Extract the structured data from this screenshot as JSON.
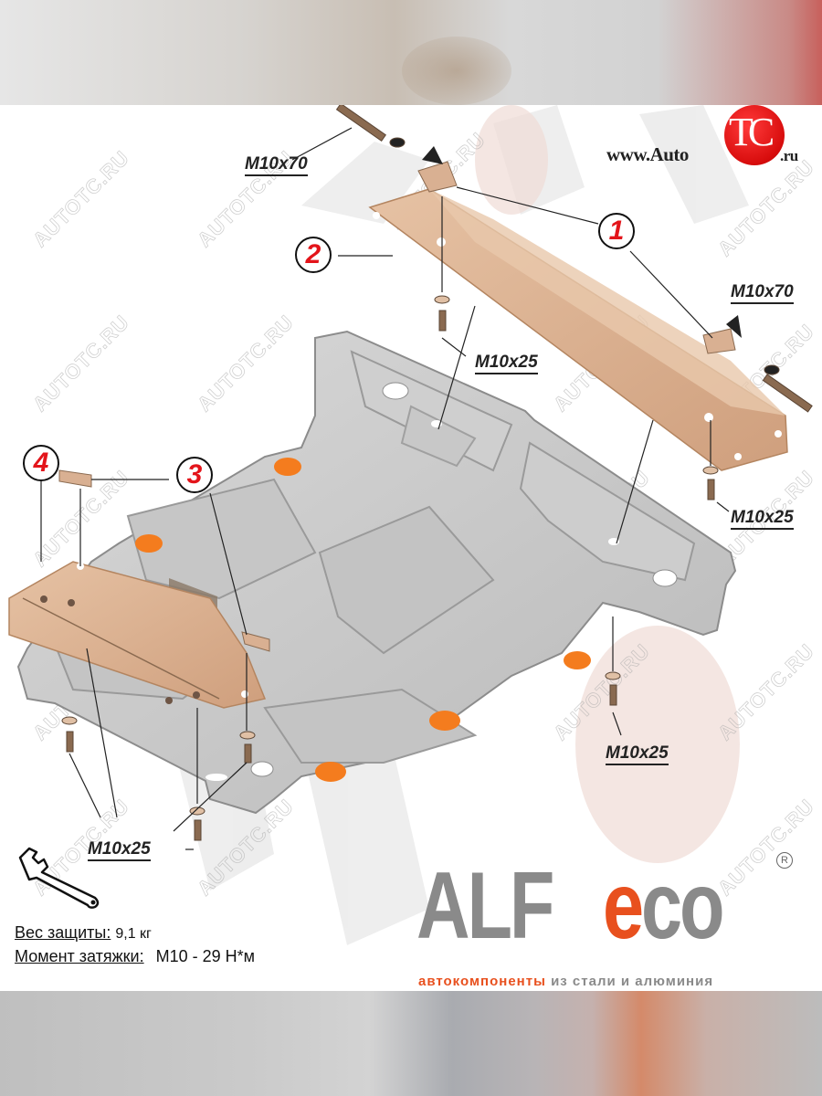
{
  "header": {
    "site_prefix": "www.Auto",
    "site_logo": "TC",
    "site_suffix": ".ru",
    "logo_color": "#e0100f"
  },
  "callouts": [
    {
      "number": "1",
      "color": "#e3141a"
    },
    {
      "number": "2",
      "color": "#e3141a"
    },
    {
      "number": "3",
      "color": "#e3141a"
    },
    {
      "number": "4",
      "color": "#e3141a"
    }
  ],
  "fastener_labels": {
    "top_left_bolt": "M10x70",
    "right_bolt": "M10x70",
    "center_bolt": "M10x25",
    "right_lower_bolt": "M10x25",
    "bottom_right_bolt": "M10x25",
    "bottom_left_bolts": "M10x25"
  },
  "parts": {
    "colors": {
      "steel_plate": "#d6ab8a",
      "aluminium_plate": "#c9c9c9",
      "plugs": "#f47c1e"
    }
  },
  "info": {
    "weight_label": "Вес защиты:",
    "weight_value": "9,1 кг",
    "torque_label": "Момент затяжки:",
    "torque_value": "M10 - 29 Н*м"
  },
  "brand": {
    "name_part1": "ALF",
    "name_part2_accent": "e",
    "name_part2_rest": "co",
    "registered": "R",
    "tagline_accent": "автокомпоненты",
    "tagline_rest": "из стали и алюминия",
    "accent_color": "#e8501e",
    "gray_color": "#8a8a8a"
  },
  "watermark": {
    "text": "AUTOTC.RU"
  },
  "icons": {
    "wrench": "wrench-icon"
  }
}
